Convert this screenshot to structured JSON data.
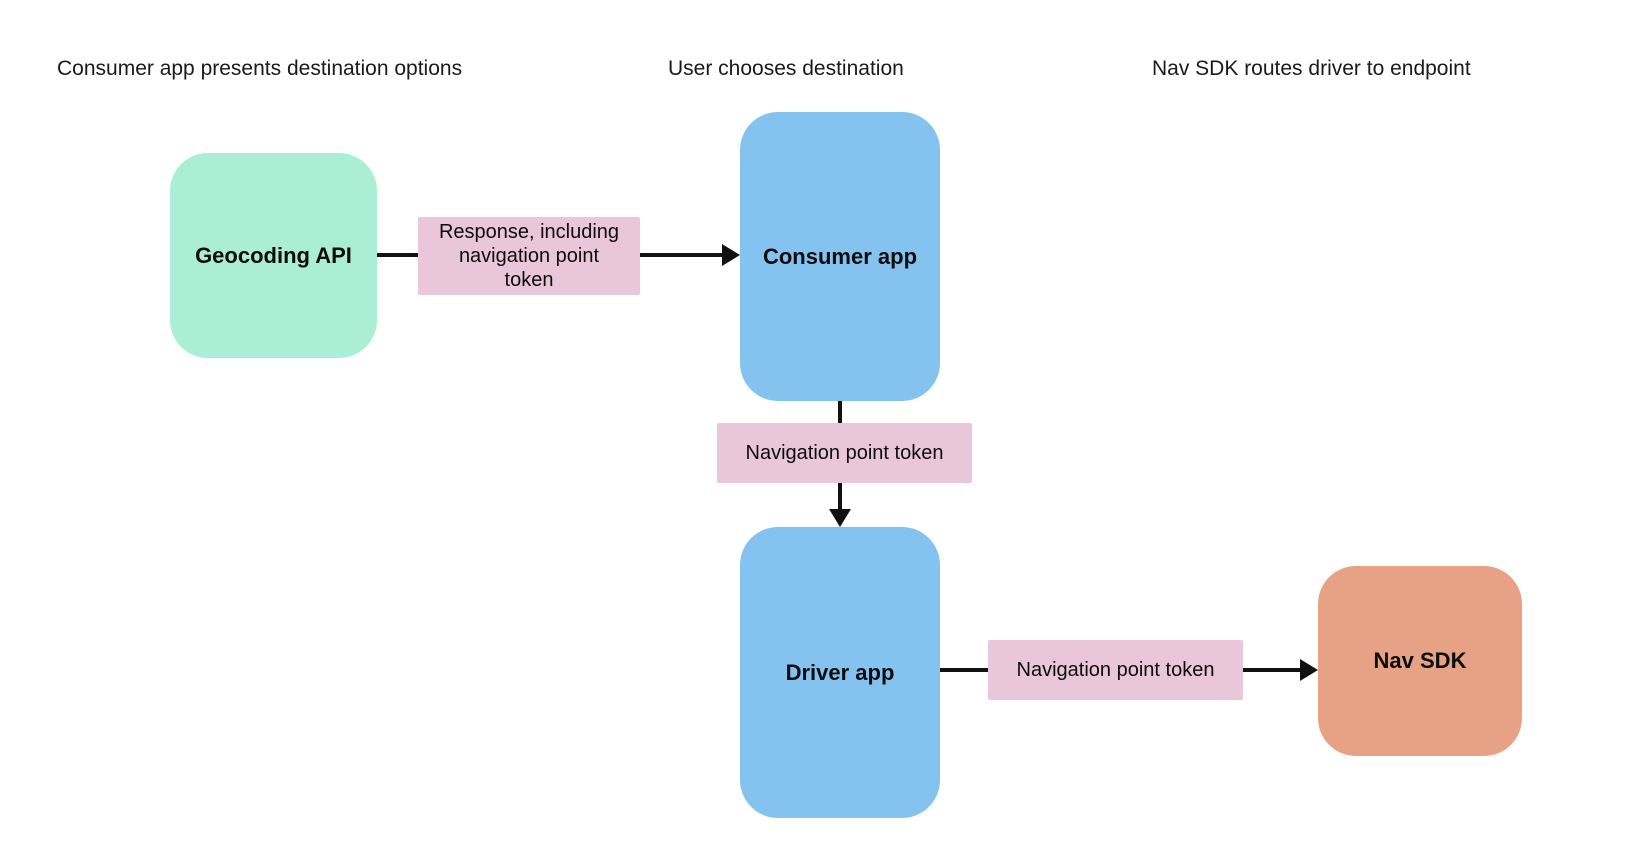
{
  "headers": [
    {
      "label": "Consumer app presents destination options"
    },
    {
      "label": "User chooses destination"
    },
    {
      "label": "Nav SDK routes driver to endpoint"
    }
  ],
  "nodes": {
    "geocoding": {
      "label": "Geocoding API",
      "color": "#a9eed5"
    },
    "consumer": {
      "label": "Consumer app",
      "color": "#84c3f0"
    },
    "driver": {
      "label": "Driver app",
      "color": "#84c3f0"
    },
    "navsdk": {
      "label": "Nav SDK",
      "color": "#e7a286"
    }
  },
  "edge_labels": {
    "response": {
      "label": "Response, including navigation point token",
      "color": "#eac6db"
    },
    "token_consumer_to_driver": {
      "label": "Navigation point token",
      "color": "#eac6db"
    },
    "token_driver_to_navsdk": {
      "label": "Navigation point token",
      "color": "#eac6db"
    }
  },
  "colors": {
    "background": "#ffffff",
    "arrow": "#111111",
    "heading_text": "#1a1a1a",
    "node_text": "#0c0c0c"
  }
}
